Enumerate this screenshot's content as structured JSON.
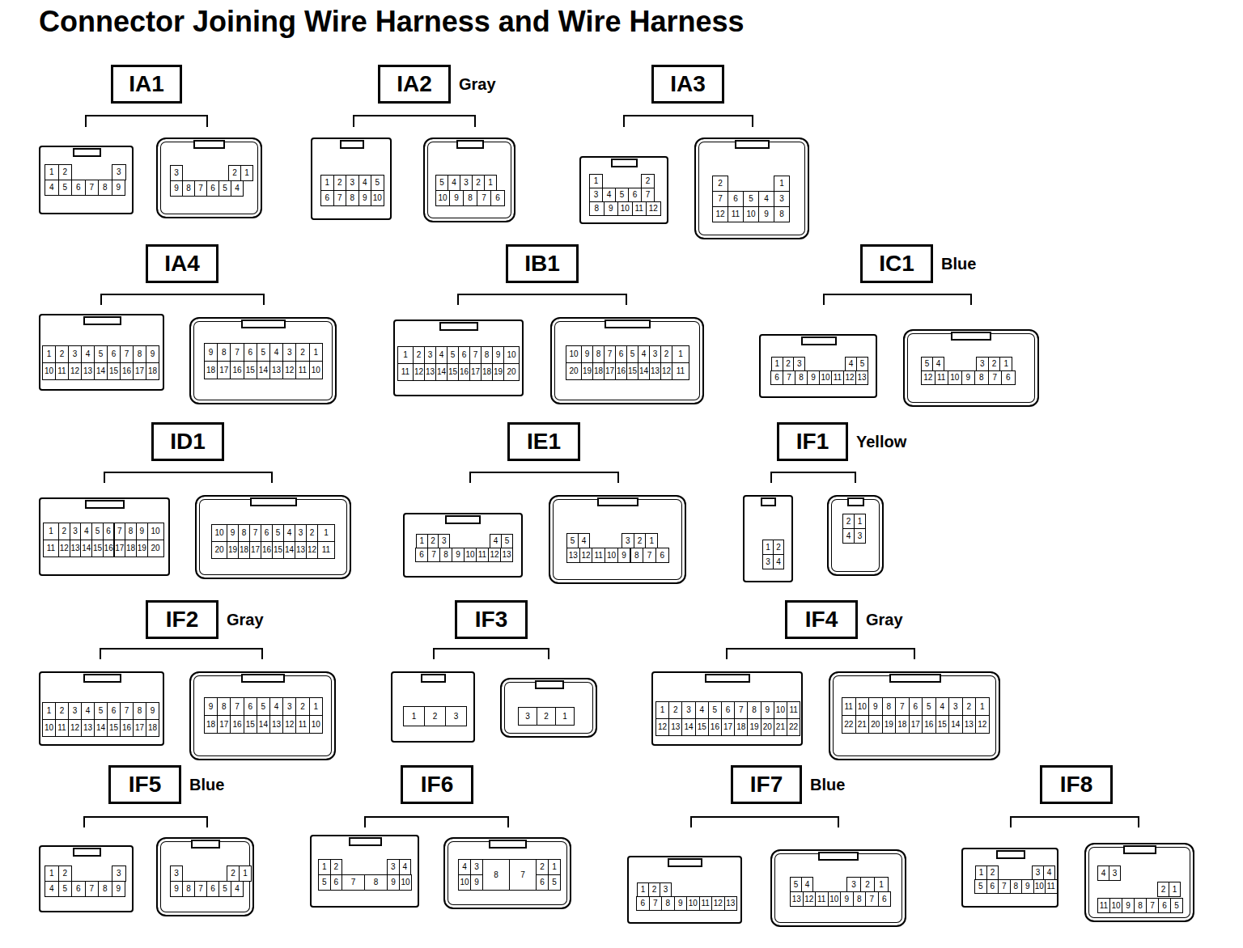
{
  "diagram": {
    "title": "Connector Joining Wire Harness and Wire Harness",
    "nodes": [
      {
        "text": [
          "IA1"
        ]
      },
      {
        "text": [
          "1",
          "2",
          "3",
          "4",
          "5",
          "6",
          "7",
          "8",
          "9"
        ]
      },
      {
        "text": [
          "3",
          "2",
          "1",
          "9",
          "8",
          "7",
          "6",
          "5",
          "4"
        ]
      },
      {
        "text": [
          "IA2",
          "Gray"
        ]
      },
      {
        "text": [
          "1",
          "2",
          "3",
          "4",
          "5",
          "6",
          "7",
          "8",
          "9",
          "10"
        ]
      },
      {
        "text": [
          "5",
          "4",
          "3",
          "2",
          "1",
          "10",
          "9",
          "8",
          "7",
          "6"
        ]
      },
      {
        "text": [
          "IA3"
        ]
      },
      {
        "text": [
          "1",
          "2",
          "3",
          "4",
          "5",
          "6",
          "7",
          "8",
          "9",
          "10",
          "11",
          "12"
        ]
      },
      {
        "text": [
          "2",
          "1",
          "7",
          "6",
          "5",
          "4",
          "3",
          "12",
          "11",
          "10",
          "9",
          "8"
        ]
      },
      {
        "text": [
          "IA4"
        ]
      },
      {
        "text": [
          "1",
          "2",
          "3",
          "4",
          "5",
          "6",
          "7",
          "8",
          "9",
          "10",
          "11",
          "12",
          "13",
          "14",
          "15",
          "16",
          "17",
          "18"
        ]
      },
      {
        "text": [
          "9",
          "8",
          "7",
          "6",
          "5",
          "4",
          "3",
          "2",
          "1",
          "18",
          "17",
          "16",
          "15",
          "14",
          "13",
          "12",
          "11",
          "10"
        ]
      },
      {
        "text": [
          "IB1"
        ]
      },
      {
        "text": [
          "1",
          "2",
          "3",
          "4",
          "5",
          "6",
          "7",
          "8",
          "9",
          "10",
          "11",
          "12",
          "13",
          "14",
          "15",
          "16",
          "17",
          "18",
          "19",
          "20"
        ]
      },
      {
        "text": [
          "10",
          "9",
          "8",
          "7",
          "6",
          "5",
          "4",
          "3",
          "2",
          "1",
          "20",
          "19",
          "18",
          "17",
          "16",
          "15",
          "14",
          "13",
          "12",
          "11"
        ]
      },
      {
        "text": [
          "IC1",
          "Blue"
        ]
      },
      {
        "text": [
          "1",
          "2",
          "3",
          "4",
          "5",
          "6",
          "7",
          "8",
          "9",
          "10",
          "11",
          "12",
          "13"
        ]
      },
      {
        "text": [
          "5",
          "4",
          "3",
          "2",
          "1",
          "12",
          "11",
          "10",
          "9",
          "8",
          "7",
          "6"
        ]
      },
      {
        "text": [
          "ID1"
        ]
      },
      {
        "text": [
          "1",
          "2",
          "3",
          "4",
          "5",
          "6",
          "7",
          "8",
          "9",
          "10",
          "11",
          "12",
          "13",
          "14",
          "15",
          "16",
          "17",
          "18",
          "19",
          "20"
        ]
      },
      {
        "text": [
          "10",
          "9",
          "8",
          "7",
          "6",
          "5",
          "4",
          "3",
          "2",
          "1",
          "20",
          "19",
          "18",
          "17",
          "16",
          "15",
          "14",
          "13",
          "12",
          "11"
        ]
      },
      {
        "text": [
          "IE1"
        ]
      },
      {
        "text": [
          "1",
          "2",
          "3",
          "4",
          "5",
          "6",
          "7",
          "8",
          "9",
          "10",
          "11",
          "12",
          "13"
        ]
      },
      {
        "text": [
          "5",
          "4",
          "3",
          "2",
          "1",
          "13",
          "12",
          "11",
          "10",
          "9",
          "8",
          "7",
          "6"
        ]
      },
      {
        "text": [
          "IF1",
          "Yellow"
        ]
      },
      {
        "text": [
          "1",
          "2",
          "3",
          "4"
        ]
      },
      {
        "text": [
          "2",
          "1",
          "4",
          "3"
        ]
      },
      {
        "text": [
          "IF2",
          "Gray"
        ]
      },
      {
        "text": [
          "1",
          "2",
          "3",
          "4",
          "5",
          "6",
          "7",
          "8",
          "9",
          "10",
          "11",
          "12",
          "13",
          "14",
          "15",
          "16",
          "17",
          "18"
        ]
      },
      {
        "text": [
          "9",
          "8",
          "7",
          "6",
          "5",
          "4",
          "3",
          "2",
          "1",
          "18",
          "17",
          "16",
          "15",
          "14",
          "13",
          "12",
          "11",
          "10"
        ]
      },
      {
        "text": [
          "IF3"
        ]
      },
      {
        "text": [
          "1",
          "2",
          "3"
        ]
      },
      {
        "text": [
          "3",
          "2",
          "1"
        ]
      },
      {
        "text": [
          "IF4",
          "Gray"
        ]
      },
      {
        "text": [
          "1",
          "2",
          "3",
          "4",
          "5",
          "6",
          "7",
          "8",
          "9",
          "10",
          "11",
          "12",
          "13",
          "14",
          "15",
          "16",
          "17",
          "18",
          "19",
          "20",
          "21",
          "22"
        ]
      },
      {
        "text": [
          "11",
          "10",
          "9",
          "8",
          "7",
          "6",
          "5",
          "4",
          "3",
          "2",
          "1",
          "22",
          "21",
          "20",
          "19",
          "18",
          "17",
          "16",
          "15",
          "14",
          "13",
          "12"
        ]
      },
      {
        "text": [
          "IF5",
          "Blue"
        ]
      },
      {
        "text": [
          "1",
          "2",
          "3",
          "4",
          "5",
          "6",
          "7",
          "8",
          "9"
        ]
      },
      {
        "text": [
          "3",
          "2",
          "1",
          "9",
          "8",
          "7",
          "6",
          "5",
          "4"
        ]
      },
      {
        "text": [
          "IF6"
        ]
      },
      {
        "text": [
          "1",
          "2",
          "3",
          "4",
          "5",
          "6",
          "7",
          "8",
          "9",
          "10"
        ]
      },
      {
        "text": [
          "4",
          "3",
          "2",
          "1",
          "10",
          "9",
          "8",
          "7",
          "6",
          "5"
        ]
      },
      {
        "text": [
          "IF7",
          "Blue"
        ]
      },
      {
        "text": [
          "1",
          "2",
          "3",
          "6",
          "7",
          "8",
          "9",
          "10",
          "11",
          "12",
          "13"
        ]
      },
      {
        "text": [
          "5",
          "4",
          "3",
          "2",
          "1",
          "13",
          "12",
          "11",
          "10",
          "9",
          "8",
          "7",
          "6"
        ]
      },
      {
        "text": [
          "IF8"
        ]
      },
      {
        "text": [
          "1",
          "2",
          "3",
          "4",
          "5",
          "6",
          "7",
          "8",
          "9",
          "10",
          "11"
        ]
      },
      {
        "text": [
          "4",
          "3",
          "2",
          "1",
          "11",
          "10",
          "9",
          "8",
          "7",
          "6",
          "5"
        ]
      }
    ]
  }
}
